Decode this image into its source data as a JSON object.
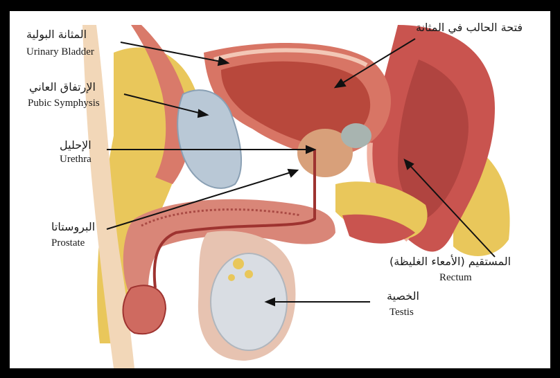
{
  "labels": {
    "urinary_bladder": {
      "ar": "المثانة البولية",
      "en": "Urinary Bladder"
    },
    "pubic_symphysis": {
      "ar": "الإرتفاق العاني",
      "en": "Pubic Symphysis"
    },
    "urethra": {
      "ar": "الإحليل",
      "en": "Urethra"
    },
    "prostate": {
      "ar": "البروستاتا",
      "en": "Prostate"
    },
    "bladder_opening": {
      "ar": "فتحة الحالب في المثانة"
    },
    "rectum": {
      "ar": "المستقيم (الأمعاء الغليظة)",
      "en": "Rectum"
    },
    "testis": {
      "ar": "الخصية",
      "en": "Testis"
    }
  },
  "colors": {
    "frame": "#000000",
    "background": "#ffffff",
    "muscle": "#c9544f",
    "muscle_dark": "#9e3330",
    "fat": "#e9c75b",
    "bone": "#b9c8d6",
    "testis": "#d9dde3",
    "skin": "#f0c8b8",
    "leader": "#111111"
  }
}
